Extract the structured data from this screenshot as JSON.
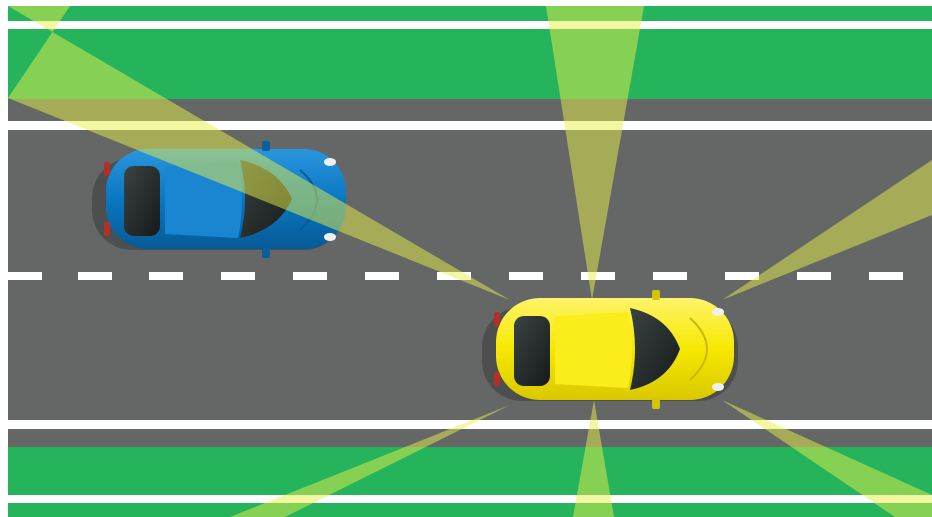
{
  "scene": {
    "subject": "top-down-road-with-sensor-beams",
    "colors": {
      "grass": "#25b35c",
      "road": "#646766",
      "lane_marking": "#ffffff",
      "beam": "#e8f04a",
      "ego_car_body": "#f6e800",
      "other_car_body": "#0a77c2",
      "window": "#222826",
      "light": "#f0f0f0"
    },
    "vehicles": [
      {
        "role": "ego-vehicle",
        "color": "yellow"
      },
      {
        "role": "other-vehicle",
        "color": "blue"
      }
    ],
    "sensor_beams": [
      "front-left-beam",
      "front-right-beam",
      "rear-left-beam",
      "rear-right-beam",
      "left-side-beam",
      "right-side-beam"
    ]
  }
}
